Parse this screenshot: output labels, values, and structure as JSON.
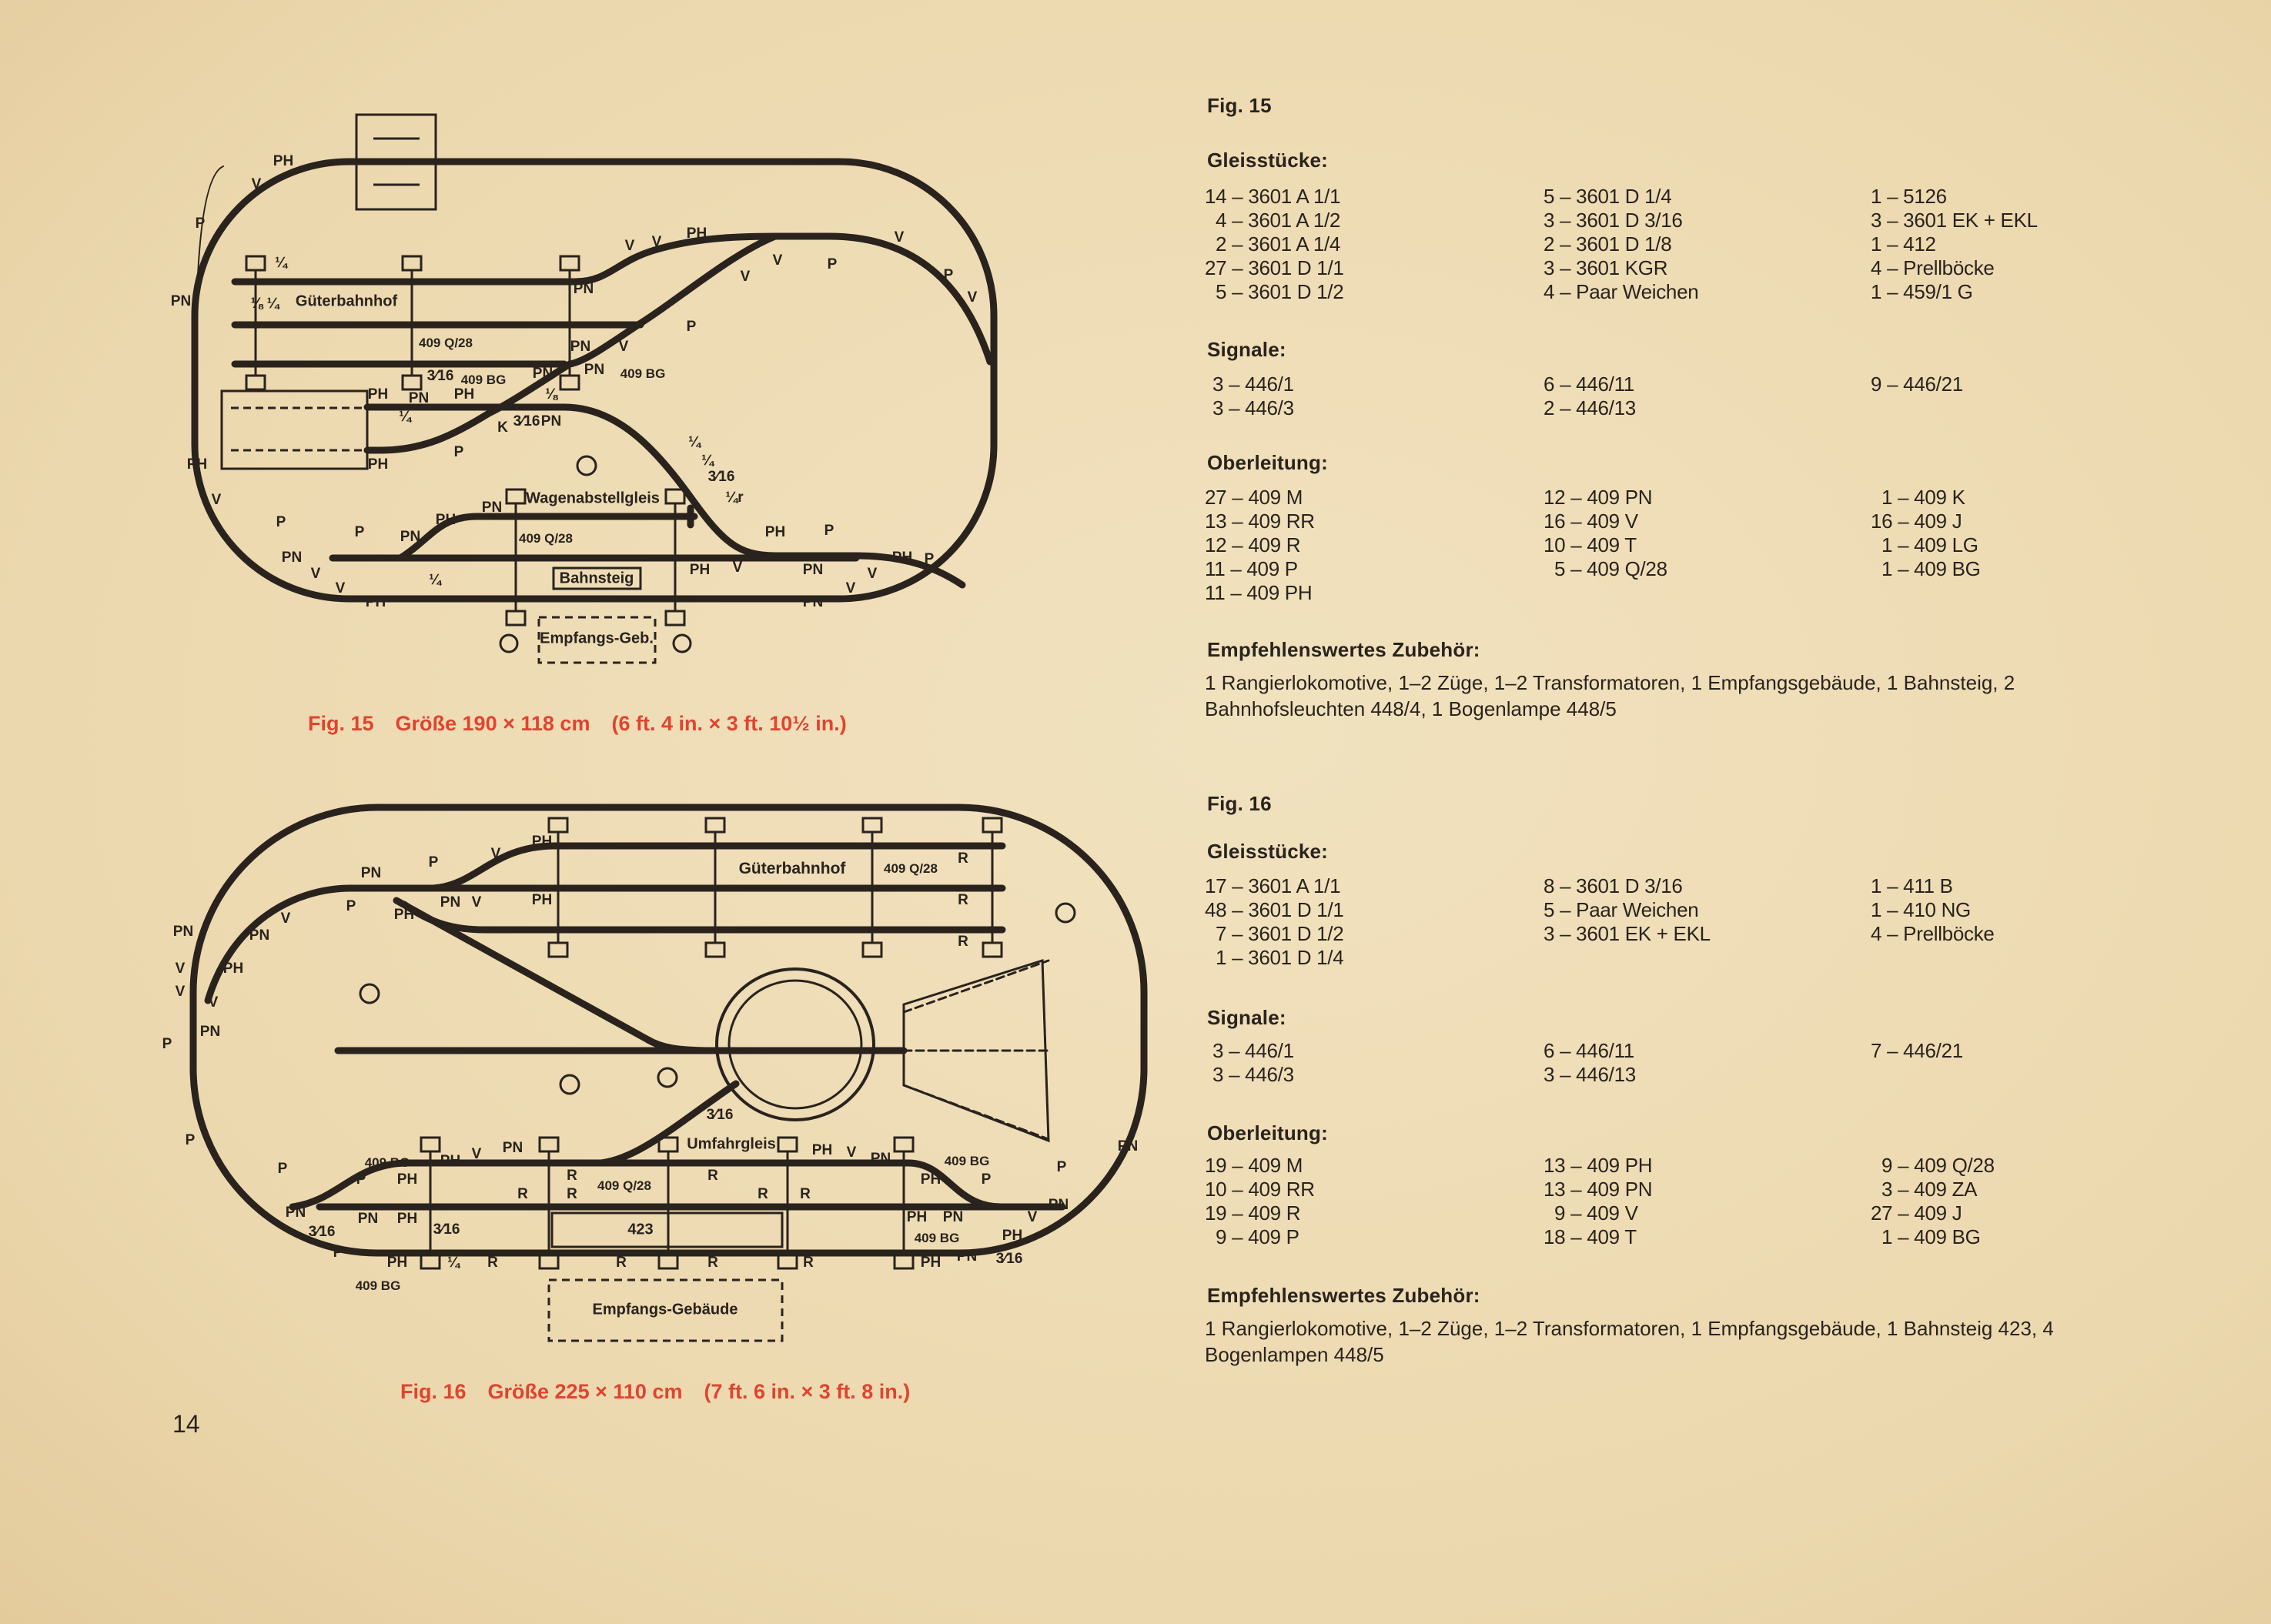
{
  "page_number": "14",
  "fig15": {
    "caption": {
      "fig": "Fig. 15",
      "size": "Größe 190 × 118 cm",
      "imperial": "(6 ft. 4 in. × 3 ft. 10½ in.)"
    },
    "areas": {
      "freight_yard": "Güterbahnhof",
      "siding": "Wagenabstellgleis",
      "platform": "Bahnsteig",
      "station": "Empfangs-Geb."
    },
    "labels": [
      "PH",
      "V",
      "P",
      "PN",
      "PH",
      "V",
      "P",
      "PN",
      "V",
      "V",
      "PH",
      "P",
      "PN",
      "PH",
      "PN",
      "PH",
      "P",
      "PH",
      "V",
      "PN",
      "V",
      "PN",
      "V",
      "PH",
      "P",
      "PH",
      "V",
      "V",
      "V",
      "V",
      "P",
      "V",
      "P",
      "V",
      "P",
      "PN",
      "PN",
      "V",
      "PN",
      "PN",
      "PH",
      "PN",
      "PH",
      "K",
      "PN",
      "P",
      "PH",
      "¼",
      "⅛ ¼",
      "3⁄16",
      "¼",
      "⅛",
      "3⁄16",
      "¼",
      "¼",
      "3⁄16",
      "¼r",
      "¼",
      "409 Q/28",
      "409 BG",
      "409 BG",
      "409 Q/28"
    ]
  },
  "fig16": {
    "caption": {
      "fig": "Fig. 16",
      "size": "Größe 225 × 110 cm",
      "imperial": "(7 ft. 6 in. × 3 ft. 8 in.)"
    },
    "areas": {
      "freight_yard": "Güterbahnhof",
      "bypass": "Umfahrgleis",
      "platform": "423",
      "station": "Empfangs-Gebäude"
    },
    "labels": [
      "PH",
      "V",
      "P",
      "PN",
      "P",
      "PN",
      "V",
      "PH",
      "PH",
      "V",
      "PN",
      "PN",
      "V",
      "PH",
      "V",
      "V",
      "PN",
      "P",
      "P",
      "P",
      "PN",
      "3⁄16",
      "P",
      "PN",
      "PH",
      "3⁄16",
      "PH",
      "¼",
      "409 BG",
      "409 BG",
      "P",
      "PH",
      "PH",
      "V",
      "PN",
      "R",
      "R",
      "R",
      "409 Q/28",
      "R",
      "R",
      "R",
      "PH",
      "V",
      "PN",
      "409 BG",
      "PH",
      "P",
      "PH",
      "PN",
      "409 BG",
      "V",
      "PN",
      "PH",
      "PN",
      "3⁄16",
      "PH",
      "P",
      "PN",
      "R",
      "R",
      "R",
      "R",
      "409 Q/28",
      "R",
      "R",
      "R",
      "3⁄16"
    ]
  },
  "right": {
    "fig15": {
      "title": "Fig. 15",
      "gleis_heading": "Gleisstücke:",
      "gleis": [
        [
          "14 – 3601 A 1/1",
          "4 – 3601 A 1/2",
          "2 – 3601 A 1/4",
          "27 – 3601 D 1/1",
          "5 – 3601 D 1/2"
        ],
        [
          "5 – 3601 D 1/4",
          "3 – 3601 D 3/16",
          "2 – 3601 D 1/8",
          "3 – 3601 KGR",
          "4 – Paar Weichen"
        ],
        [
          "1 – 5126",
          "3 – 3601 EK + EKL",
          "1 – 412",
          "4 – Prellböcke",
          "1 – 459/1 G"
        ]
      ],
      "signale_heading": "Signale:",
      "signale": [
        [
          "3 – 446/1",
          "3 – 446/3"
        ],
        [
          "6 – 446/11",
          "2 – 446/13"
        ],
        [
          "9 – 446/21"
        ]
      ],
      "ober_heading": "Oberleitung:",
      "ober": [
        [
          "27 – 409 M",
          "13 – 409 RR",
          "12 – 409 R",
          "11 – 409 P",
          "11 – 409 PH"
        ],
        [
          "12 – 409 PN",
          "16 – 409 V",
          "10 – 409 T",
          "5 – 409 Q/28"
        ],
        [
          "1 – 409 K",
          "16 – 409 J",
          "1 – 409 LG",
          "1 – 409 BG"
        ]
      ],
      "zub_heading": "Empfehlenswertes Zubehör:",
      "zub_text": "1 Rangierlokomotive, 1–2 Züge, 1–2 Transformatoren, 1 Empfangsgebäude, 1 Bahnsteig, 2 Bahnhofsleuchten 448/4, 1 Bogenlampe 448/5"
    },
    "fig16": {
      "title": "Fig. 16",
      "gleis_heading": "Gleisstücke:",
      "gleis": [
        [
          "17 – 3601 A 1/1",
          "48 – 3601 D 1/1",
          "7 – 3601 D 1/2",
          "1 – 3601 D 1/4"
        ],
        [
          "8 – 3601 D 3/16",
          "5 – Paar Weichen",
          "3 – 3601 EK + EKL"
        ],
        [
          "1 – 411 B",
          "1 – 410 NG",
          "4 – Prellböcke"
        ]
      ],
      "signale_heading": "Signale:",
      "signale": [
        [
          "3 – 446/1",
          "3 – 446/3"
        ],
        [
          "6 – 446/11",
          "3 – 446/13"
        ],
        [
          "7 – 446/21"
        ]
      ],
      "ober_heading": "Oberleitung:",
      "ober": [
        [
          "19 – 409 M",
          "10 – 409 RR",
          "19 – 409 R",
          "9 – 409 P"
        ],
        [
          "13 – 409 PH",
          "13 – 409 PN",
          "9 – 409 V",
          "18 – 409 T"
        ],
        [
          "9 – 409 Q/28",
          "3 – 409 ZA",
          "27 – 409 J",
          "1 – 409 BG"
        ]
      ],
      "zub_heading": "Empfehlenswertes Zubehör:",
      "zub_text": "1 Rangierlokomotive, 1–2 Züge, 1–2 Transformatoren, 1 Empfangsgebäude, 1 Bahnsteig 423, 4 Bogenlampen 448/5"
    }
  },
  "colors": {
    "ink": "#2a231d",
    "caption_red": "#e0442f",
    "paper": "#eedcb6"
  }
}
